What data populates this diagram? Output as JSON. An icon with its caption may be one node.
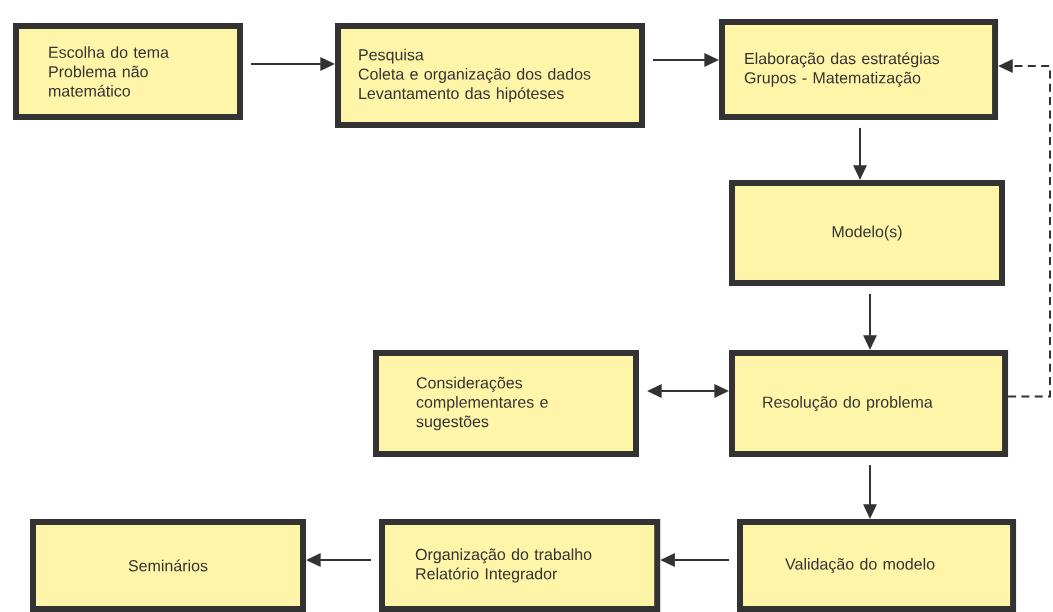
{
  "diagram": {
    "nodes": [
      {
        "text": [
          "Escolha do tema",
          "Problema não matemático"
        ]
      },
      {
        "text": [
          "Pesquisa",
          "Coleta e organização dos dados",
          "Levantamento das hipóteses"
        ]
      },
      {
        "text": [
          "Elaboração das estratégias",
          "Grupos - Matematização"
        ]
      },
      {
        "text": [
          "Modelo(s)"
        ]
      },
      {
        "text": [
          "Considerações complementares e sugestões"
        ]
      },
      {
        "text": [
          "Resolução do problema"
        ]
      },
      {
        "text": [
          "Seminários"
        ]
      },
      {
        "text": [
          "Organização do trabalho",
          "Relatório Integrador"
        ]
      },
      {
        "text": [
          "Validação do modelo"
        ]
      }
    ],
    "edges": [
      {
        "from": 0,
        "to": 1,
        "arrow": "to"
      },
      {
        "from": 1,
        "to": 2,
        "arrow": "to"
      },
      {
        "from": 2,
        "to": 3,
        "arrow": "to"
      },
      {
        "from": 3,
        "to": 5,
        "arrow": "to"
      },
      {
        "from": 4,
        "to": 5,
        "arrow": "both"
      },
      {
        "from": 5,
        "to": 2,
        "arrow": "to",
        "style": "dashed"
      },
      {
        "from": 5,
        "to": 8,
        "arrow": "to"
      },
      {
        "from": 8,
        "to": 7,
        "arrow": "to"
      },
      {
        "from": 7,
        "to": 6,
        "arrow": "to"
      }
    ]
  }
}
